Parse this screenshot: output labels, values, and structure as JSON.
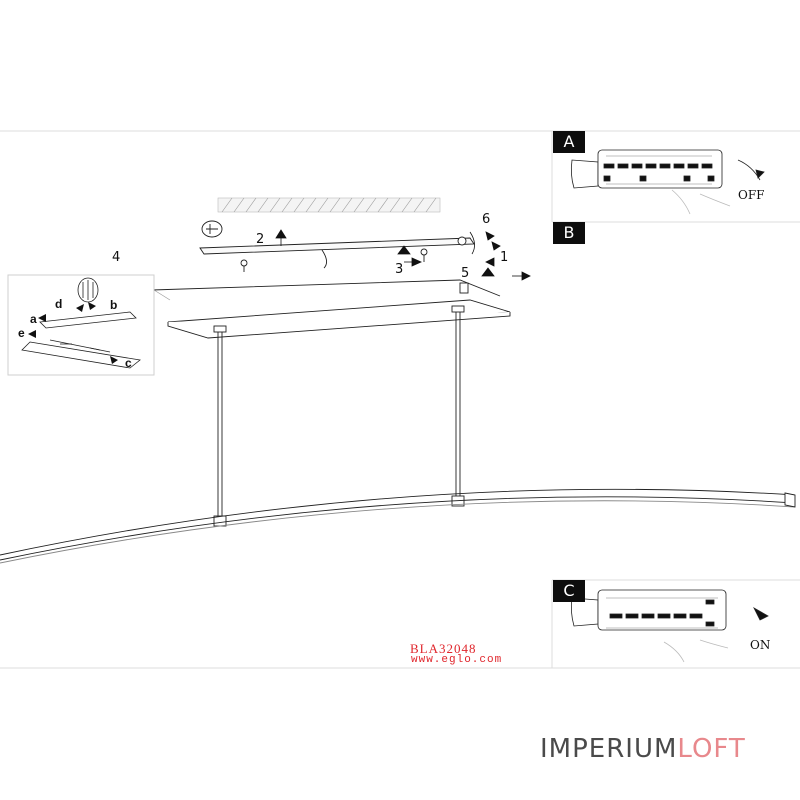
{
  "panels": [
    {
      "tag": "A",
      "state_label": "OFF"
    },
    {
      "tag": "B"
    },
    {
      "tag": "C",
      "state_label": "ON"
    }
  ],
  "steps": [
    "1",
    "2",
    "3",
    "4",
    "5",
    "6"
  ],
  "detail_letters": [
    "a",
    "b",
    "c",
    "d",
    "e"
  ],
  "footer": {
    "model_code": "BLA32048",
    "website": "www.eglo.com"
  },
  "watermark": {
    "part1": "IMPERIUM",
    "part2": "LOFT"
  },
  "colors": {
    "line": "#1a1a1a",
    "accent_red": "#e0262c",
    "watermark_gray": "#4a4a4a",
    "watermark_pink": "#e8888c",
    "tag_bg": "#0d0d0d"
  }
}
